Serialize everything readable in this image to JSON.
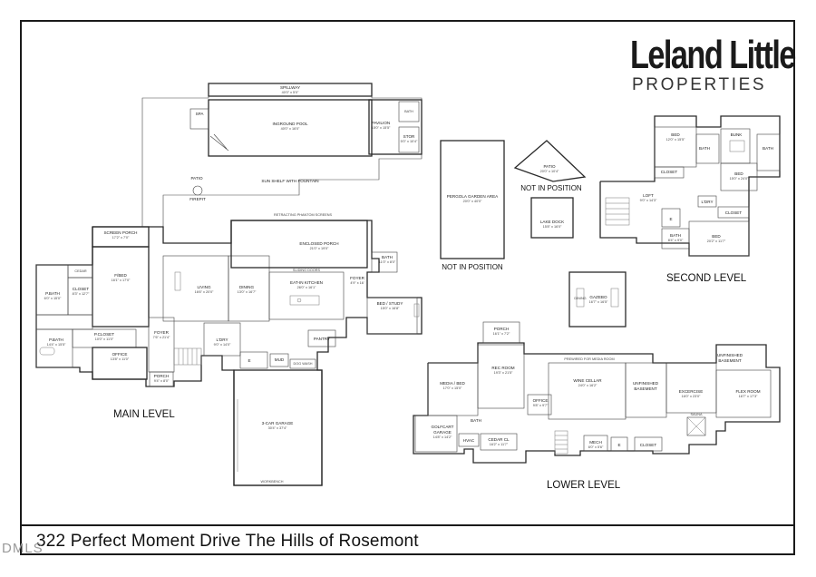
{
  "brand": {
    "name": "Leland Little",
    "subtitle": "PROPERTIES"
  },
  "address": "322 Perfect Moment Drive The Hills of Rosemont",
  "watermark": "DMLS",
  "levels": {
    "main": "MAIN LEVEL",
    "second": "SECOND LEVEL",
    "lower": "LOWER LEVEL"
  },
  "not_in_position": "NOT IN POSITION",
  "rooms": {
    "spillway": {
      "name": "SPILLWAY",
      "dim": "40'0\" x 5'0\""
    },
    "pool": {
      "name": "INGROUND POOL",
      "dim": "40'0\" x 16'0\""
    },
    "spa": {
      "name": "SPA"
    },
    "sun_shelf": {
      "name": "SUN SHELF WITH FOUNTAIN"
    },
    "pavilion": {
      "name": "PAVILION",
      "dim": "15'0\" x 15'5\""
    },
    "bath_pav": {
      "name": "BATH"
    },
    "stor": {
      "name": "STOR",
      "dim": "5'0\" x 10'4\""
    },
    "patio": {
      "name": "PATIO"
    },
    "firepit": {
      "name": "FIREPIT"
    },
    "screen_porch": {
      "name": "SCREEN PORCH",
      "dim": "17'2\" x 7'0\""
    },
    "fbed": {
      "name": "F/BED",
      "dim": "16'1\" x 17'0\""
    },
    "pbath_a": {
      "name": "P.BATH",
      "dim": "6'0\" x 15'0\""
    },
    "cedar": {
      "name": "CEDAR"
    },
    "closet_a": {
      "name": "CLOSET",
      "dim": "8'3\" x 12'7\""
    },
    "pcloset": {
      "name": "P.CLOSET",
      "dim": "10'0\" x 11'0\""
    },
    "pbath_b": {
      "name": "P.BATH",
      "dim": "14'4\" x 15'5\""
    },
    "office_main": {
      "name": "OFFICE",
      "dim": "13'8\" x 11'0\""
    },
    "foyer_main": {
      "name": "FOYER",
      "dim": "7'6\" x 21'4\""
    },
    "porch_main": {
      "name": "PORCH",
      "dim": "9'4\" x 8'0\""
    },
    "living": {
      "name": "LIVING",
      "dim": "16'6\" x 20'0\""
    },
    "dining": {
      "name": "DINING",
      "dim": "13'0\" x 16'7\""
    },
    "retracting": {
      "name": "RETRACTING PHANTOM SCREENS"
    },
    "enclosed_porch": {
      "name": "ENCLOSED PORCH",
      "dim": "21'0\" x 19'0\""
    },
    "sliding_doors": {
      "name": "SLIDING DOORS"
    },
    "eat_in_kitchen": {
      "name": "EAT-IN KITCHEN",
      "dim": "26'0\" x 16'1\""
    },
    "bath_main": {
      "name": "BATH",
      "dim": "11'0\" x 8'0\""
    },
    "foyer_b": {
      "name": "FOYER",
      "dim": "4'9\" x 16'"
    },
    "bed_study": {
      "name": "BED / STUDY",
      "dim": "15'0\" x 16'8\""
    },
    "ldry_main": {
      "name": "L'DRY",
      "dim": "9'0\" x 14'0\""
    },
    "pantry": {
      "name": "PANTRY"
    },
    "mud": {
      "name": "MUD"
    },
    "dog_wash": {
      "name": "DOG WASH"
    },
    "e_main": {
      "name": "E"
    },
    "garage": {
      "name": "3-CAR GARAGE",
      "dim": "30'4\" x 37'4\""
    },
    "workbench": {
      "name": "WORKBENCH"
    },
    "pergola": {
      "name": "PERGOLA GARDEN AREA",
      "dim": "20'0\" x 40'0\""
    },
    "patio_np": {
      "name": "PATIO",
      "dim": "20'0\" x 10'4\""
    },
    "lake_dock": {
      "name": "LAKE DOCK",
      "dim": "15'8\" x 16'0\""
    },
    "gazebo": {
      "name": "GAZEBO",
      "dim": "16'7\" x 16'5\""
    },
    "dining_gz": {
      "name": "DINING"
    },
    "bed_s1": {
      "name": "BED",
      "dim": "12'0\" x 15'5\""
    },
    "bath_s1": {
      "name": "BATH"
    },
    "bunk": {
      "name": "BUNK"
    },
    "bed_s2": {
      "name": "BED",
      "dim": "15'0\" x 24'0\""
    },
    "bath_s2": {
      "name": "BATH"
    },
    "closet_s1": {
      "name": "CLOSET"
    },
    "loft": {
      "name": "LOFT",
      "dim": "9'0\" x 14'3\""
    },
    "ldry_s": {
      "name": "L'DRY"
    },
    "closet_s2": {
      "name": "CLOSET"
    },
    "e_s": {
      "name": "E"
    },
    "bath_s3": {
      "name": "BATH",
      "dim": "8'4\" x 9'0\""
    },
    "bed_s3": {
      "name": "BED",
      "dim": "20'2\" x 11'7\""
    },
    "porch_lower": {
      "name": "PORCH",
      "dim": "16'1\" x 7'2\""
    },
    "media_bed": {
      "name": "MEDIA / BED",
      "dim": "17'0\" x 15'0\""
    },
    "rec_room": {
      "name": "REC ROOM",
      "dim": "19'3\" x 21'5\""
    },
    "prewired": {
      "name": "PREWIRED FOR MEDIA ROOM"
    },
    "wine_cellar": {
      "name": "WINE CELLAR",
      "dim": "24'0\" x 16'2\""
    },
    "unfinished_a": {
      "name": "UNFINISHED BASEMENT"
    },
    "excercise": {
      "name": "EXCERCISE",
      "dim": "16'0\" x 23'0\""
    },
    "unfinished_b": {
      "name": "UNFINISHED BASEMENT"
    },
    "flex_room": {
      "name": "FLEX ROOM",
      "dim": "16'7\" x 17'3\""
    },
    "office_lower": {
      "name": "OFFICE",
      "dim": "9'8\" x 9'7\""
    },
    "bath_lower": {
      "name": "BATH"
    },
    "golfcart": {
      "name": "GOLFCART GARAGE",
      "dim": "14'8\" x 14'2\""
    },
    "hvac": {
      "name": "HVAC"
    },
    "cedar_cl": {
      "name": "CEDAR CL",
      "dim": "16'2\" x 11'7\""
    },
    "mech": {
      "name": "MECH",
      "dim": "6'0\" x 5'6\""
    },
    "e_lower": {
      "name": "E"
    },
    "closet_lower": {
      "name": "CLOSET"
    },
    "sauna": {
      "name": "SAUNA"
    }
  }
}
